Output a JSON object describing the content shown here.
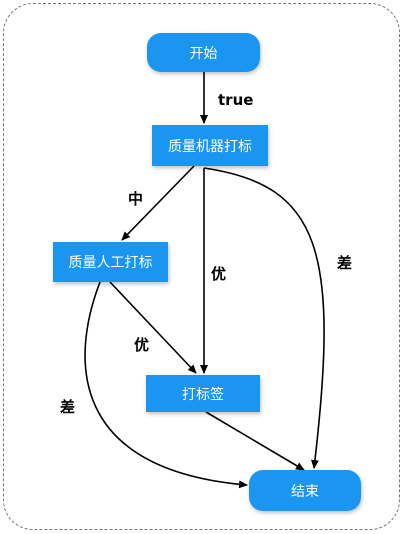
{
  "nodes": {
    "start": "开始",
    "machine": "质量机器打标",
    "human": "质量人工打标",
    "tag": "打标签",
    "end": "结束"
  },
  "edges": {
    "start_to_machine": "true",
    "machine_to_human": "中",
    "machine_to_tag": "优",
    "machine_to_end": "差",
    "human_to_tag": "优",
    "human_to_end": "差"
  },
  "colors": {
    "node_fill": "#1a96f0",
    "node_text": "#ffffff",
    "edge": "#000000"
  }
}
